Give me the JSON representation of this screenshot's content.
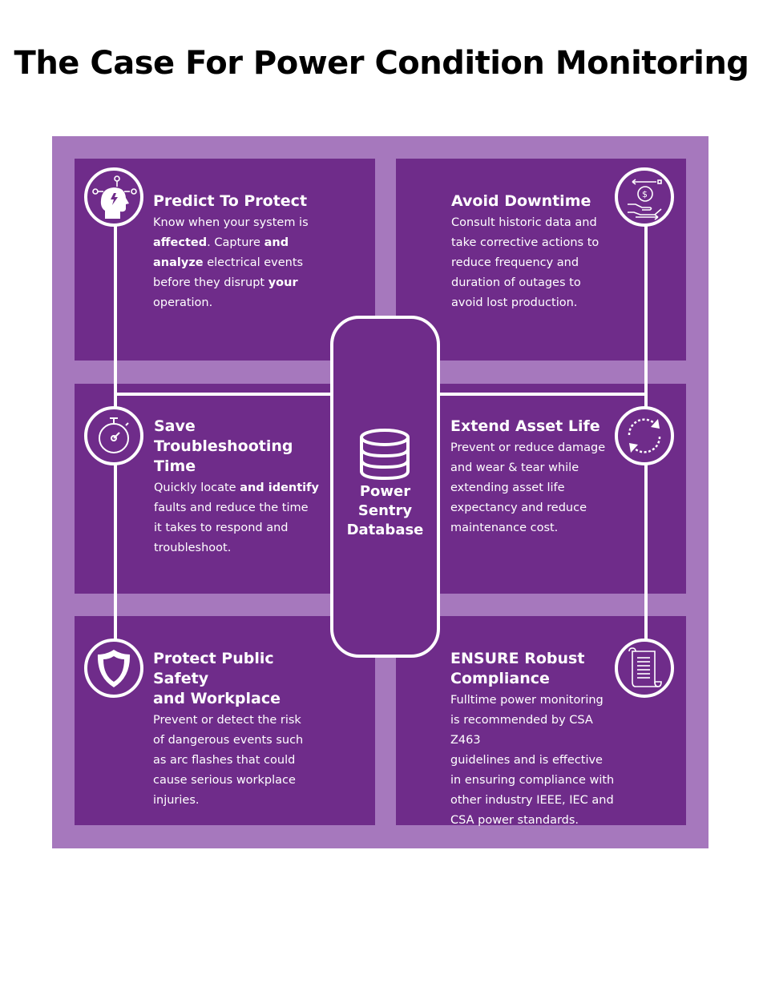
{
  "title": "The Case For Power Condition Monitoring",
  "center": {
    "line1": "Power",
    "line2": "Sentry",
    "line3": "Database",
    "icon": "database-icon"
  },
  "cards": {
    "predict": {
      "title": "Predict To Protect",
      "icon": "brain-bulb-icon",
      "lines": {
        "l1a": "Know when your system is",
        "l2a": "affected",
        "l2b": ". Capture ",
        "l2c": "and",
        "l3a": "analyze",
        "l3b": " electrical events",
        "l4a": "before they disrupt ",
        "l4b": "your",
        "l5a": "operation."
      }
    },
    "downtime": {
      "title": "Avoid Downtime",
      "icon": "hand-money-icon",
      "lines": [
        "Consult historic data and",
        "take corrective actions to",
        "reduce frequency and",
        "duration of outages to",
        "avoid lost production."
      ]
    },
    "troubleshoot": {
      "title1": "Save Troubleshooting",
      "title2": "Time",
      "icon": "stopwatch-icon",
      "lines": {
        "l1a": "Quickly locate ",
        "l1b": "and identify",
        "l2a": "faults and reduce the time",
        "l3a": "it takes to respond and",
        "l4a": "troubleshoot."
      }
    },
    "asset": {
      "title": "Extend Asset Life",
      "icon": "refresh-cycle-icon",
      "lines": [
        "Prevent or reduce damage",
        "and wear & tear while",
        "extending asset life",
        "expectancy and reduce",
        "maintenance cost."
      ]
    },
    "safety": {
      "title1": "Protect Public Safety",
      "title2": "and Workplace",
      "icon": "shield-icon",
      "lines": [
        "Prevent or detect the risk",
        "of dangerous events such",
        "as arc flashes that could",
        "cause serious workplace",
        "injuries."
      ]
    },
    "compliance": {
      "title1": "ENSURE Robust",
      "title2": "Compliance",
      "icon": "document-scroll-icon",
      "lines": [
        "Fulltime power monitoring",
        "is recommended by CSA Z463",
        "guidelines and is effective",
        "in ensuring compliance with",
        "other industry IEEE, IEC and",
        "CSA power standards."
      ]
    }
  },
  "colors": {
    "frame": "#a678bd",
    "card": "#6f2c8a",
    "text": "#ffffff",
    "title": "#000000"
  }
}
